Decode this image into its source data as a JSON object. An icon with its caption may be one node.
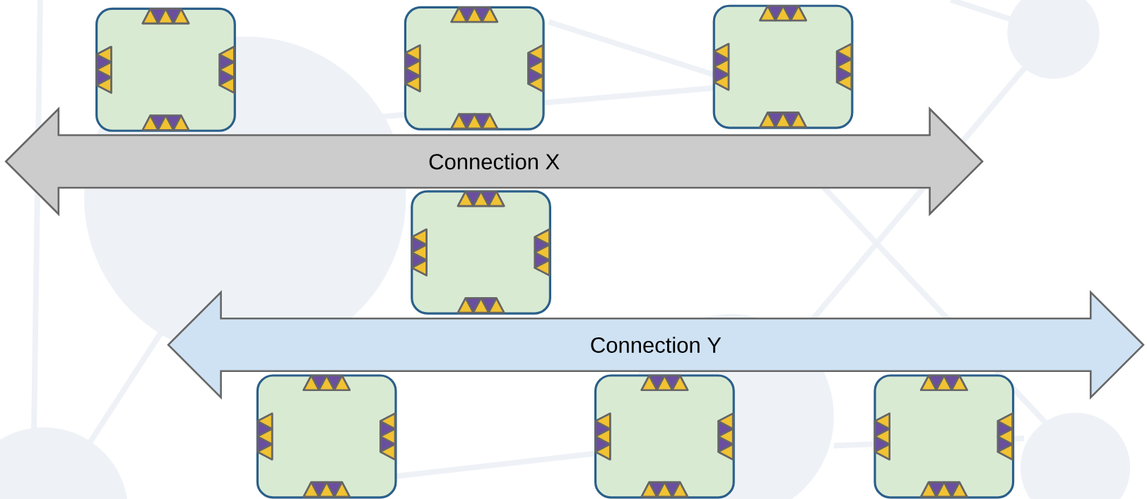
{
  "diagram": {
    "nodes": [
      {
        "text": [],
        "shape": "box"
      },
      {
        "text": [],
        "shape": "box"
      },
      {
        "text": [],
        "shape": "box"
      },
      {
        "text": [
          "Connection X"
        ]
      },
      {
        "text": [],
        "shape": "box"
      },
      {
        "text": [
          "Connection Y"
        ]
      },
      {
        "text": [],
        "shape": "box"
      },
      {
        "text": [],
        "shape": "box"
      },
      {
        "text": [],
        "shape": "box"
      }
    ]
  }
}
